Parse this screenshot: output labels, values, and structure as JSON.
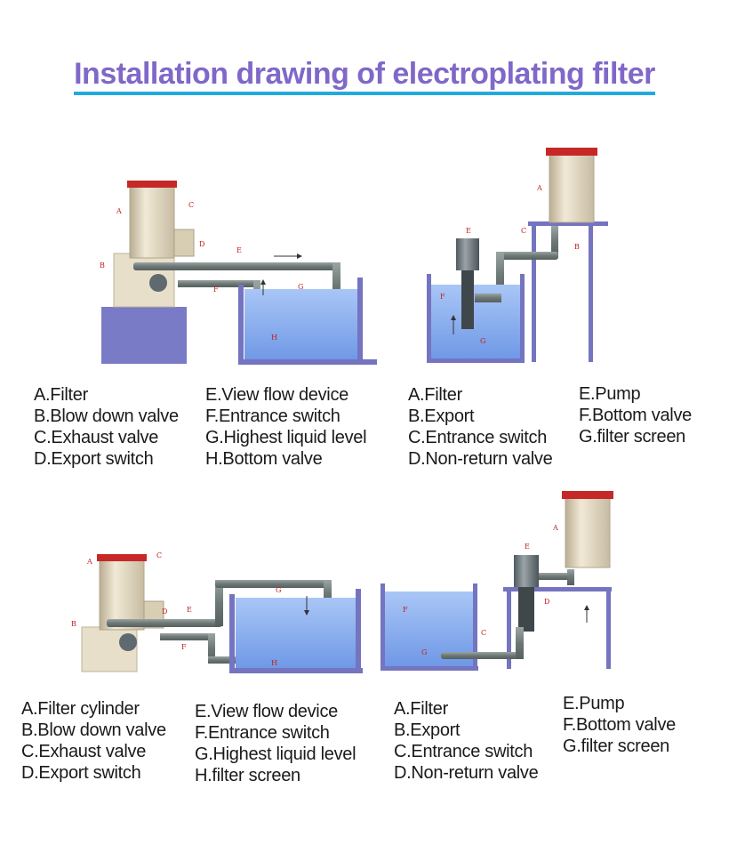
{
  "title": "Installation drawing of electroplating filter",
  "diagrams": [
    {
      "callouts": [
        "A",
        "B",
        "C",
        "D",
        "E",
        "F",
        "G",
        "H"
      ],
      "legend_left": [
        "A.Filter",
        "B.Blow down valve",
        "C.Exhaust valve",
        "D.Export switch"
      ],
      "legend_right": [
        "E.View flow device",
        "F.Entrance switch",
        "G.Highest liquid level",
        "H.Bottom valve"
      ]
    },
    {
      "callouts": [
        "A",
        "B",
        "C",
        "E",
        "F",
        "G"
      ],
      "legend_left": [
        "A.Filter",
        "B.Export",
        "C.Entrance switch",
        "D.Non-return valve"
      ],
      "legend_right": [
        "E.Pump",
        "F.Bottom valve",
        "G.filter screen"
      ]
    },
    {
      "callouts": [
        "A",
        "B",
        "C",
        "D",
        "E",
        "F",
        "G",
        "H"
      ],
      "legend_left": [
        "A.Filter cylinder",
        "B.Blow down valve",
        "C.Exhaust valve",
        "D.Export switch"
      ],
      "legend_right": [
        "E.View flow device",
        "F.Entrance switch",
        "G.Highest liquid level",
        "H.filter screen"
      ]
    },
    {
      "callouts": [
        "A",
        "C",
        "D",
        "E",
        "F",
        "G"
      ],
      "legend_left": [
        "A.Filter",
        "B.Export",
        "C.Entrance switch",
        "D.Non-return valve"
      ],
      "legend_right": [
        "E.Pump",
        "F.Bottom valve",
        "G.filter screen"
      ]
    }
  ],
  "colors": {
    "title": "#8068c8",
    "underline": "#22aadd",
    "tank_water": "#7da7f0",
    "frame": "#7474c0",
    "pipe": "#7f8c8a",
    "filter_body": "#ddd2b8",
    "flange": "#c62828",
    "label": "#c02020"
  }
}
